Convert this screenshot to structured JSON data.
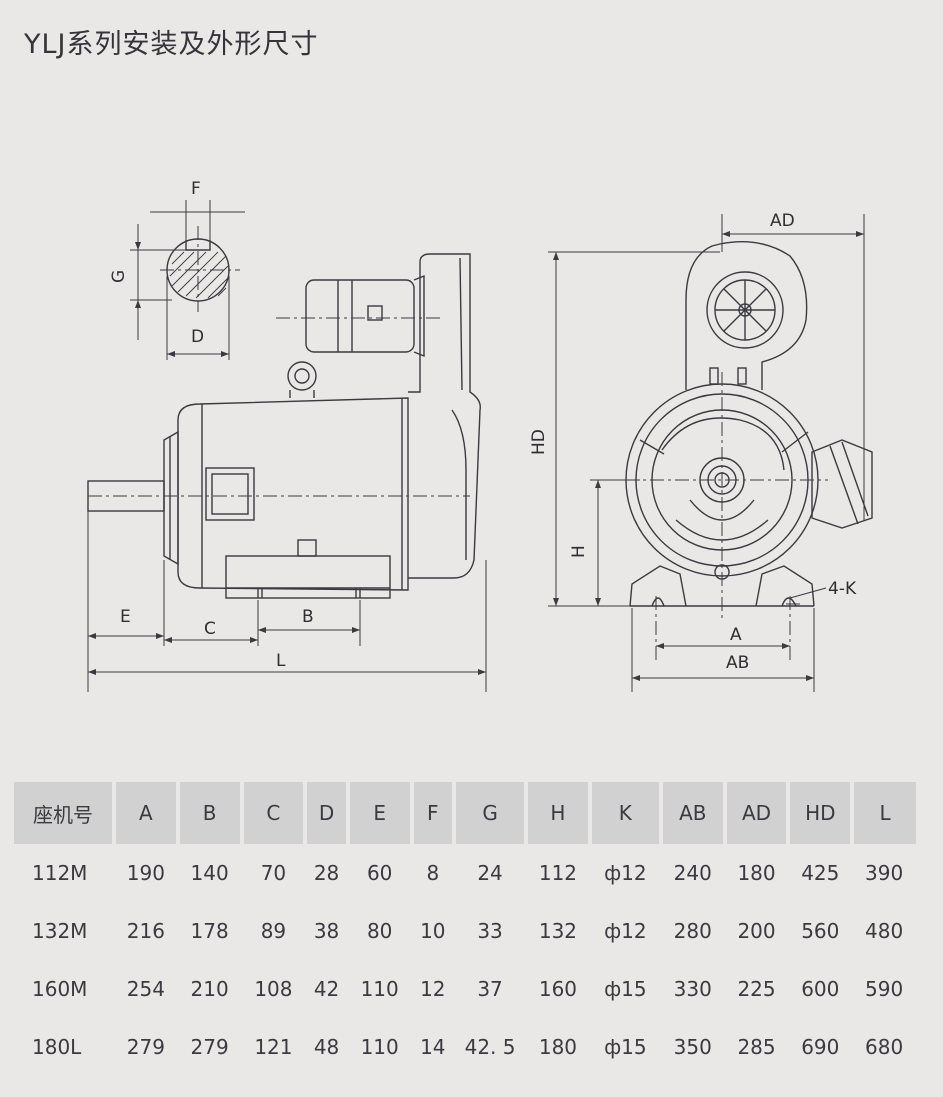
{
  "title": "YLJ系列安装及外形尺寸",
  "drawing_labels": {
    "F": "F",
    "G": "G",
    "D": "D",
    "E": "E",
    "C": "C",
    "B": "B",
    "L": "L",
    "AD": "AD",
    "HD": "HD",
    "H": "H",
    "K": "4-K",
    "A": "A",
    "AB": "AB"
  },
  "table": {
    "headers": [
      "座机号",
      "A",
      "B",
      "C",
      "D",
      "E",
      "F",
      "G",
      "H",
      "K",
      "AB",
      "AD",
      "HD",
      "L"
    ],
    "rows": [
      [
        "112M",
        "190",
        "140",
        "70",
        "28",
        "60",
        "8",
        "24",
        "112",
        "ф12",
        "240",
        "180",
        "425",
        "390"
      ],
      [
        "132M",
        "216",
        "178",
        "89",
        "38",
        "80",
        "10",
        "33",
        "132",
        "ф12",
        "280",
        "200",
        "560",
        "480"
      ],
      [
        "160M",
        "254",
        "210",
        "108",
        "42",
        "110",
        "12",
        "37",
        "160",
        "ф15",
        "330",
        "225",
        "600",
        "590"
      ],
      [
        "180L",
        "279",
        "279",
        "121",
        "48",
        "110",
        "14",
        "42. 5",
        "180",
        "ф15",
        "350",
        "285",
        "690",
        "680"
      ]
    ]
  }
}
